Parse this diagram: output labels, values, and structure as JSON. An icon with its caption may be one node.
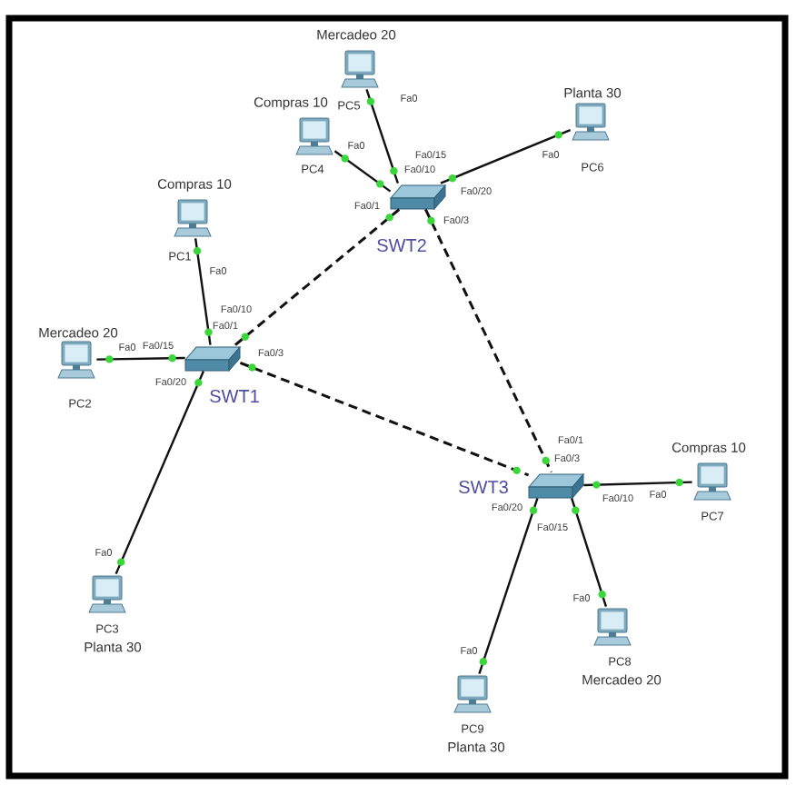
{
  "diagram": {
    "nodes": [
      {
        "text": [
          "Mercadeo 20",
          "PC5"
        ],
        "beside": [
          "Fa0"
        ]
      },
      {
        "text": [
          "Compras 10",
          "PC4"
        ],
        "beside": [
          "Fa0"
        ]
      },
      {
        "text": [
          "Planta 30",
          "PC6"
        ],
        "beside": [
          "Fa0"
        ]
      },
      {
        "text": [
          "SWT2"
        ],
        "beside": [
          "Fa0/15",
          "Fa0/10",
          "Fa0/20",
          "Fa0/1",
          "Fa0/3"
        ]
      },
      {
        "text": [
          "Compras 10",
          "PC1"
        ],
        "beside": [
          "Fa0"
        ]
      },
      {
        "text": [
          "Mercadeo 20",
          "PC2"
        ],
        "beside": [
          "Fa0"
        ]
      },
      {
        "text": [
          "SWT1"
        ],
        "beside": [
          "Fa0/10",
          "Fa0/1",
          "Fa0/15",
          "Fa0/3",
          "Fa0/20"
        ]
      },
      {
        "text": [
          "Compras 10",
          "PC7"
        ],
        "beside": [
          "Fa0"
        ]
      },
      {
        "text": [
          "SWT3"
        ],
        "beside": [
          "Fa0/1",
          "Fa0/3",
          "Fa0/10",
          "Fa0/20",
          "Fa0/15"
        ]
      },
      {
        "text": [
          "PC3",
          "Planta 30"
        ],
        "beside": [
          "Fa0"
        ]
      },
      {
        "text": [
          "PC8",
          "Mercadeo 20"
        ],
        "beside": [
          "Fa0"
        ]
      },
      {
        "text": [
          "PC9",
          "Planta 30"
        ],
        "beside": [
          "Fa0"
        ]
      }
    ],
    "edges": [
      {
        "from": 6,
        "to": 3,
        "arrow": "none",
        "style": "dashed"
      },
      {
        "from": 3,
        "to": 8,
        "arrow": "none",
        "style": "dashed"
      },
      {
        "from": 6,
        "to": 8,
        "arrow": "none",
        "style": "dashed"
      },
      {
        "from": 0,
        "to": 3,
        "arrow": "none"
      },
      {
        "from": 1,
        "to": 3,
        "arrow": "none"
      },
      {
        "from": 2,
        "to": 3,
        "arrow": "none"
      },
      {
        "from": 4,
        "to": 6,
        "arrow": "none"
      },
      {
        "from": 5,
        "to": 6,
        "arrow": "none"
      },
      {
        "from": 9,
        "to": 6,
        "arrow": "none"
      },
      {
        "from": 7,
        "to": 8,
        "arrow": "none"
      },
      {
        "from": 10,
        "to": 8,
        "arrow": "none"
      },
      {
        "from": 11,
        "to": 8,
        "arrow": "none"
      }
    ]
  }
}
